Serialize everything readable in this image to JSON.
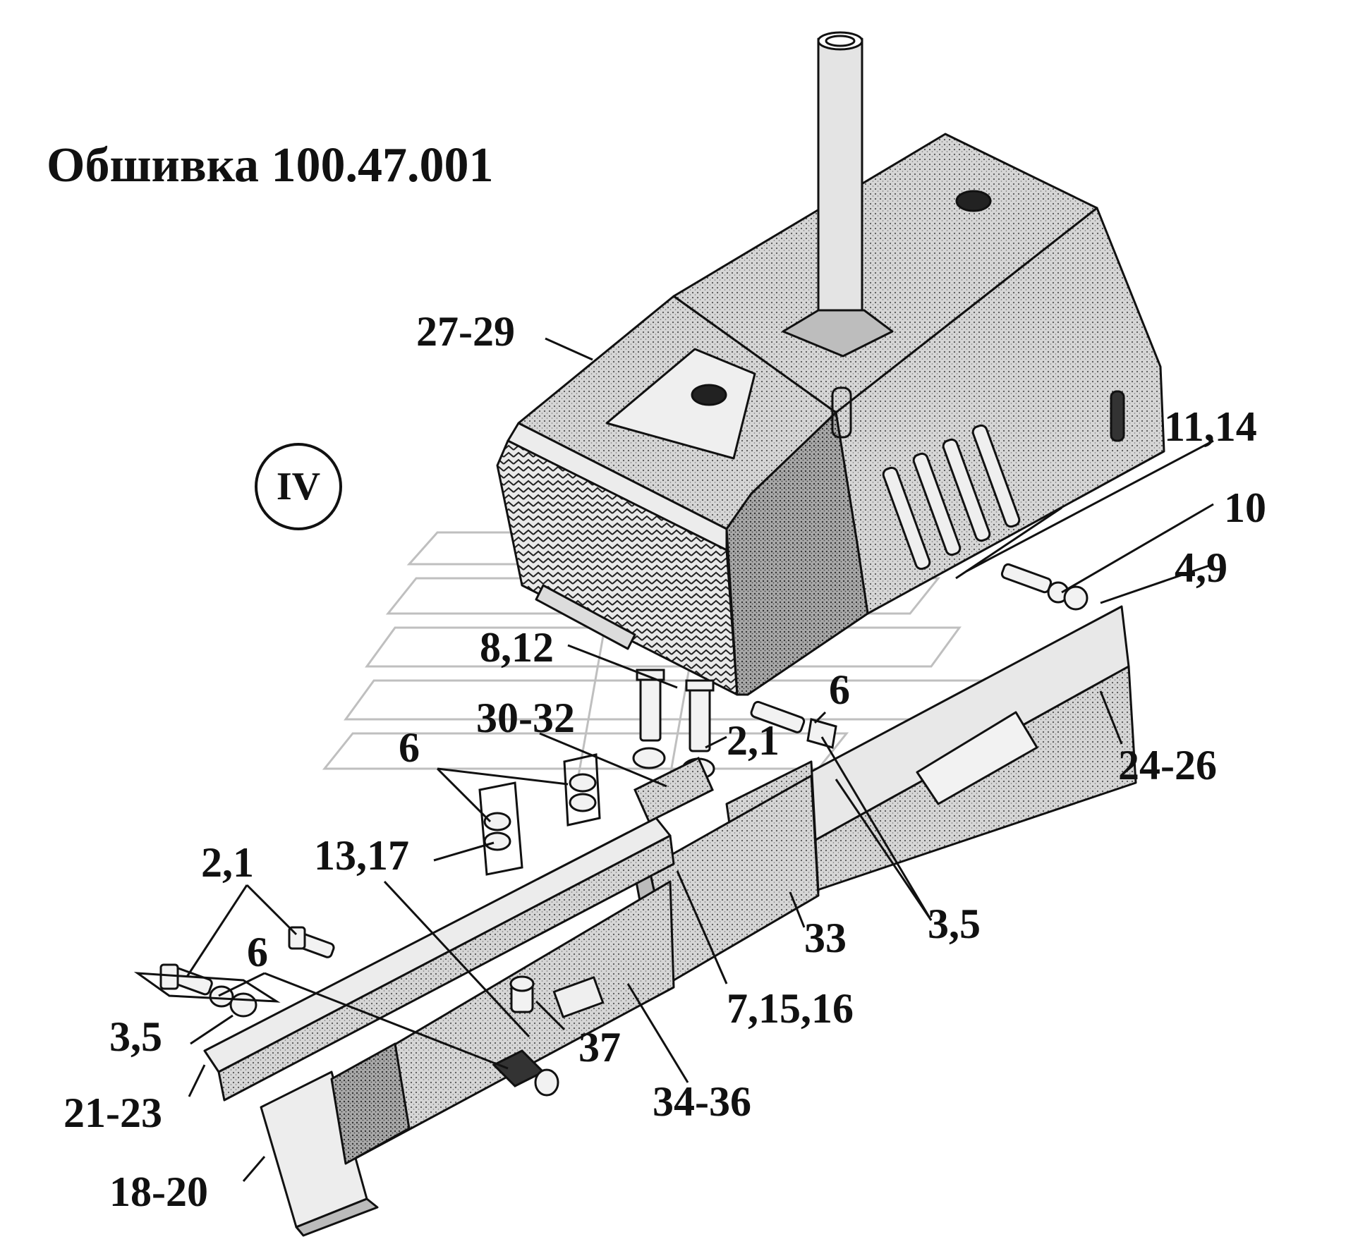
{
  "title": "Обшивка 100.47.001",
  "view_marker": "IV",
  "callouts": {
    "c27_29": "27-29",
    "c11_14": "11,14",
    "c10": "10",
    "c4_9": "4,9",
    "c8_12": "8,12",
    "c6_top": "6",
    "c30_32": "30-32",
    "c6_left": "6",
    "c2_1_mid": "2,1",
    "c24_26": "24-26",
    "c13_17": "13,17",
    "c2_1_left": "2,1",
    "c6_low": "6",
    "c3_5_right": "3,5",
    "c33": "33",
    "c3_5_left": "3,5",
    "c7_15_16": "7,15,16",
    "c37": "37",
    "c21_23": "21-23",
    "c34_36": "34-36",
    "c18_20": "18-20"
  },
  "colors": {
    "ink": "#111111",
    "paper": "#ffffff",
    "shade": "#cfcfcf",
    "midshade": "#9a9a9a"
  }
}
